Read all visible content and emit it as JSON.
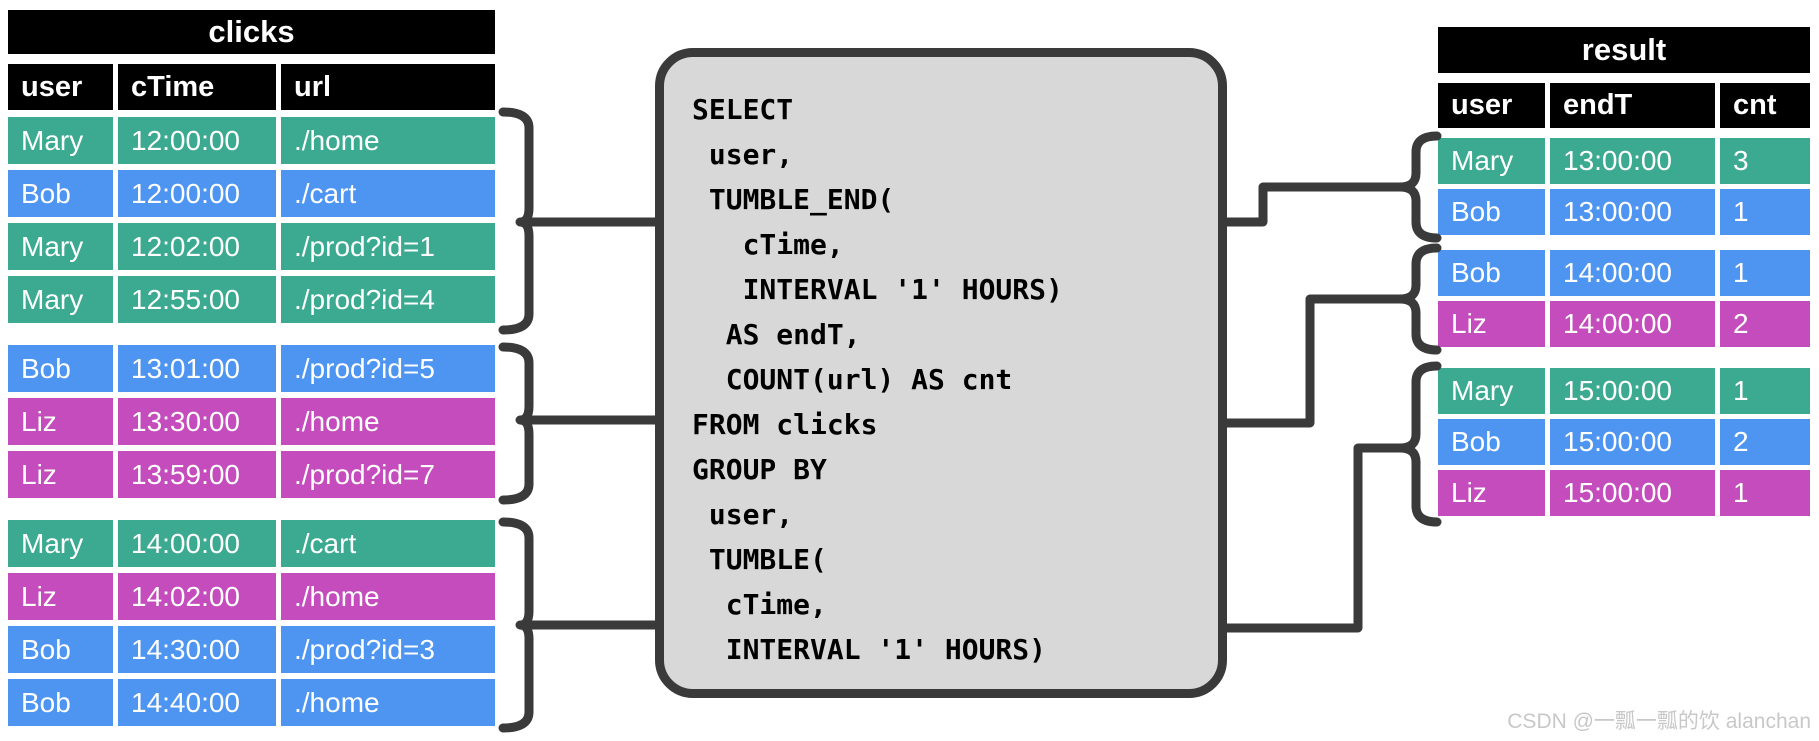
{
  "clicks_table": {
    "title": "clicks",
    "columns": [
      "user",
      "cTime",
      "url"
    ],
    "groups": [
      [
        {
          "user": "Mary",
          "cTime": "12:00:00",
          "url": "./home"
        },
        {
          "user": "Bob",
          "cTime": "12:00:00",
          "url": "./cart"
        },
        {
          "user": "Mary",
          "cTime": "12:02:00",
          "url": "./prod?id=1"
        },
        {
          "user": "Mary",
          "cTime": "12:55:00",
          "url": "./prod?id=4"
        }
      ],
      [
        {
          "user": "Bob",
          "cTime": "13:01:00",
          "url": "./prod?id=5"
        },
        {
          "user": "Liz",
          "cTime": "13:30:00",
          "url": "./home"
        },
        {
          "user": "Liz",
          "cTime": "13:59:00",
          "url": "./prod?id=7"
        }
      ],
      [
        {
          "user": "Mary",
          "cTime": "14:00:00",
          "url": "./cart"
        },
        {
          "user": "Liz",
          "cTime": "14:02:00",
          "url": "./home"
        },
        {
          "user": "Bob",
          "cTime": "14:30:00",
          "url": "./prod?id=3"
        },
        {
          "user": "Bob",
          "cTime": "14:40:00",
          "url": "./home"
        }
      ]
    ]
  },
  "sql": {
    "query": "SELECT\n user,\n TUMBLE_END(\n   cTime,\n   INTERVAL '1' HOURS)\n  AS endT,\n  COUNT(url) AS cnt\nFROM clicks\nGROUP BY\n user,\n TUMBLE(\n  cTime,\n  INTERVAL '1' HOURS)"
  },
  "result_table": {
    "title": "result",
    "columns": [
      "user",
      "endT",
      "cnt"
    ],
    "groups": [
      [
        {
          "user": "Mary",
          "endT": "13:00:00",
          "cnt": "3"
        },
        {
          "user": "Bob",
          "endT": "13:00:00",
          "cnt": "1"
        }
      ],
      [
        {
          "user": "Bob",
          "endT": "14:00:00",
          "cnt": "1"
        },
        {
          "user": "Liz",
          "endT": "14:00:00",
          "cnt": "2"
        }
      ],
      [
        {
          "user": "Mary",
          "endT": "15:00:00",
          "cnt": "1"
        },
        {
          "user": "Bob",
          "endT": "15:00:00",
          "cnt": "2"
        },
        {
          "user": "Liz",
          "endT": "15:00:00",
          "cnt": "1"
        }
      ]
    ]
  },
  "user_colors": {
    "Mary": "#3caa90",
    "Bob": "#4e95f2",
    "Liz": "#c44cbc"
  },
  "diagram_colors": {
    "line": "#3a3a3a",
    "sql_box_fill": "#d8d8d8",
    "header_bg": "#000000",
    "text_on_color": "#ffffff"
  },
  "watermark": "CSDN @一瓢一瓢的饮 alanchan"
}
